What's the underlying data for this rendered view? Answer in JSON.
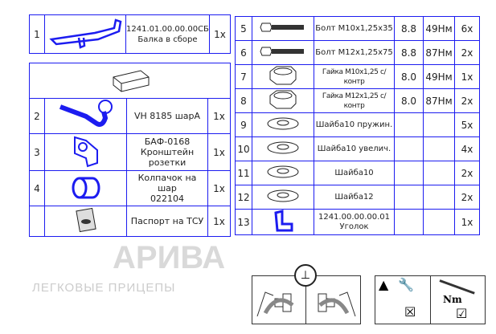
{
  "watermark": {
    "brand": "АРИВА",
    "tagline": "ЛЕГКОВЫЕ ПРИЦЕПЫ"
  },
  "left_top": {
    "num": "1",
    "code": "1241.01.00.00.00СБ",
    "name": "Балка в сборе",
    "qty": "1x"
  },
  "left_box": [
    {
      "num": "2",
      "name": "VH 8185 шарА",
      "qty": "1x",
      "icon": "towbar-ball-icon"
    },
    {
      "num": "3",
      "name": "БАФ-0168",
      "name2": "Кронштейн розетки",
      "qty": "1x",
      "icon": "socket-bracket-icon"
    },
    {
      "num": "4",
      "name": "Колпачок на шар",
      "name2": "022104",
      "qty": "1x",
      "icon": "ball-cap-icon"
    },
    {
      "num": "",
      "name": "Паспорт на ТСУ",
      "qty": "1x",
      "icon": "passport-icon"
    }
  ],
  "right": [
    {
      "num": "5",
      "name": "Болт М10х1,25х35",
      "cls": "8.8",
      "torque": "49Нм",
      "qty": "6x",
      "icon": "bolt"
    },
    {
      "num": "6",
      "name": "Болт М12х1,25х75",
      "cls": "8.8",
      "torque": "87Нм",
      "qty": "2x",
      "icon": "bolt"
    },
    {
      "num": "7",
      "name": "Гайка М10х1,25 с/контр",
      "cls": "8.0",
      "torque": "49Нм",
      "qty": "1x",
      "icon": "nut"
    },
    {
      "num": "8",
      "name": "Гайка М12х1,25 с/контр",
      "cls": "8.0",
      "torque": "87Нм",
      "qty": "2x",
      "icon": "nut"
    },
    {
      "num": "9",
      "name": "Шайба10 пружин.",
      "cls": "",
      "torque": "",
      "qty": "5x",
      "icon": "washer"
    },
    {
      "num": "10",
      "name": "Шайба10 увелич.",
      "cls": "",
      "torque": "",
      "qty": "4x",
      "icon": "washer"
    },
    {
      "num": "11",
      "name": "Шайба10",
      "cls": "",
      "torque": "",
      "qty": "2x",
      "icon": "washer"
    },
    {
      "num": "12",
      "name": "Шайба12",
      "cls": "",
      "torque": "",
      "qty": "2x",
      "icon": "washer"
    },
    {
      "num": "13",
      "name": "1241.00.00.00.01",
      "name2": "Уголок",
      "cls": "",
      "torque": "",
      "qty": "1x",
      "icon": "bracket"
    }
  ],
  "torque_label": "Nm"
}
